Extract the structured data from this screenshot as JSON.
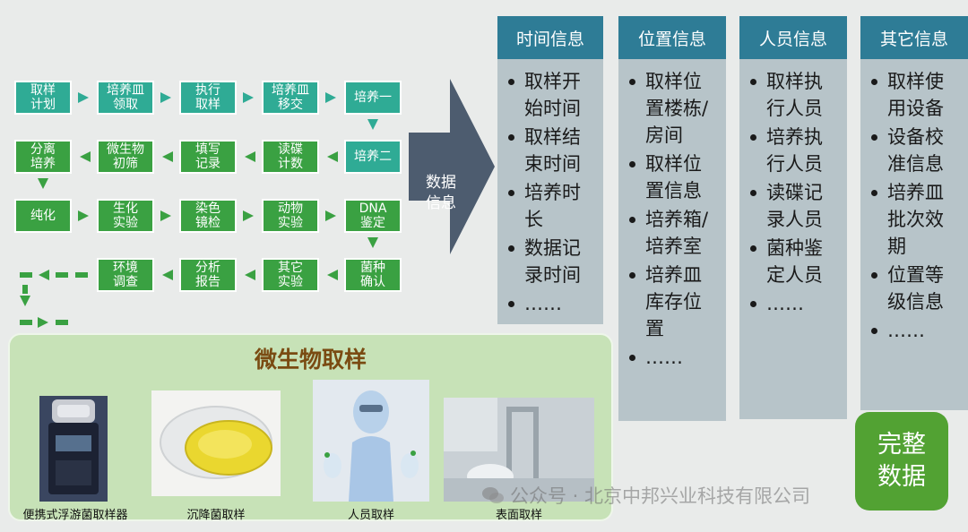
{
  "flow": {
    "nodes": [
      {
        "id": "sampling-plan",
        "label": "取样\n计划"
      },
      {
        "id": "dish-collect",
        "label": "培养皿\n领取"
      },
      {
        "id": "execute-sampling",
        "label": "执行\n取样"
      },
      {
        "id": "dish-handover",
        "label": "培养皿\n移交"
      },
      {
        "id": "culture-1",
        "label": "培养一"
      },
      {
        "id": "culture-2",
        "label": "培养二"
      },
      {
        "id": "plate-count",
        "label": "读碟\n计数"
      },
      {
        "id": "fill-record",
        "label": "填写\n记录"
      },
      {
        "id": "microbe-screen",
        "label": "微生物\n初筛"
      },
      {
        "id": "isolate-culture",
        "label": "分离\n培养"
      },
      {
        "id": "purify",
        "label": "纯化"
      },
      {
        "id": "biochem-test",
        "label": "生化\n实验"
      },
      {
        "id": "stain-microscopy",
        "label": "染色\n镜检"
      },
      {
        "id": "animal-test",
        "label": "动物\n实验"
      },
      {
        "id": "dna-identify",
        "label": "DNA\n鉴定"
      },
      {
        "id": "strain-confirm",
        "label": "菌种\n确认"
      },
      {
        "id": "other-test",
        "label": "其它\n实验"
      },
      {
        "id": "analysis-report",
        "label": "分析\n报告"
      },
      {
        "id": "env-survey",
        "label": "环境\n调查"
      }
    ],
    "center_label": "数据\n信息"
  },
  "columns": [
    {
      "id": "time",
      "title": "时间信息",
      "items": [
        "取样开始时间",
        "取样结束时间",
        "培养时长",
        "数据记录时间",
        "……"
      ]
    },
    {
      "id": "location",
      "title": "位置信息",
      "items": [
        "取样位置楼栋/房间",
        "取样位置信息",
        "培养箱/培养室",
        "培养皿库存位置",
        "……"
      ]
    },
    {
      "id": "personnel",
      "title": "人员信息",
      "items": [
        "取样执行人员",
        "培养执行人员",
        "读碟记录人员",
        "菌种鉴定人员",
        "……"
      ]
    },
    {
      "id": "other",
      "title": "其它信息",
      "items": [
        "取样使用设备",
        "设备校准信息",
        "培养皿批次效期",
        "位置等级信息",
        "……"
      ]
    }
  ],
  "complete": {
    "line1": "完整",
    "line2": "数据"
  },
  "sampling": {
    "title": "微生物取样",
    "photos": [
      {
        "id": "air-sampler",
        "caption": "便携式浮游菌取样器"
      },
      {
        "id": "settle-plate",
        "caption": "沉降菌取样"
      },
      {
        "id": "personnel-sampling",
        "caption": "人员取样"
      },
      {
        "id": "surface-sampling",
        "caption": "表面取样"
      }
    ]
  },
  "watermark": "公众号 · 北京中邦兴业科技有限公司",
  "colors": {
    "teal_node": "#2fab95",
    "green_node": "#3aa142",
    "column_header": "#2e7c96",
    "column_body": "#b7c4c9",
    "big_arrow": "#4d5c6f",
    "complete_box": "#52a233",
    "sampling_panel": "#c7e2b7",
    "sampling_title": "#7a4b12"
  }
}
